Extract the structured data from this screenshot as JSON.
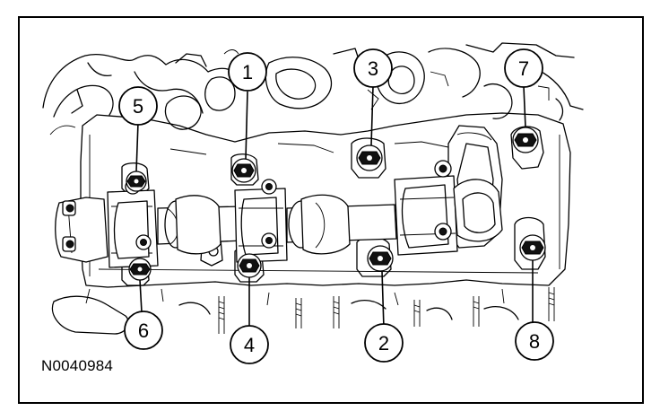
{
  "callouts": [
    {
      "label": "1"
    },
    {
      "label": "2"
    },
    {
      "label": "3"
    },
    {
      "label": "4"
    },
    {
      "label": "5"
    },
    {
      "label": "6"
    },
    {
      "label": "7"
    },
    {
      "label": "8"
    }
  ],
  "figure_code": "N0040984"
}
